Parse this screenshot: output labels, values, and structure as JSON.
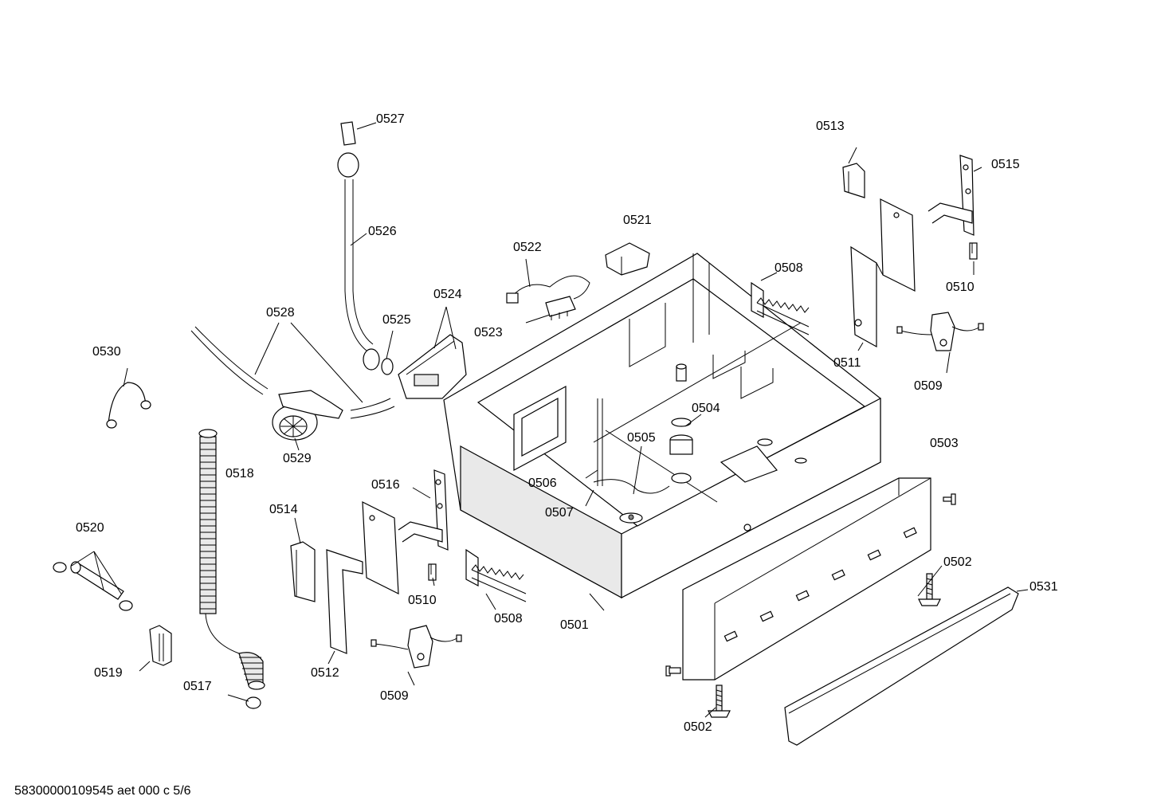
{
  "labels": {
    "p0501": "0501",
    "p0502a": "0502",
    "p0502b": "0502",
    "p0503": "0503",
    "p0504": "0504",
    "p0505": "0505",
    "p0506": "0506",
    "p0507": "0507",
    "p0508a": "0508",
    "p0508b": "0508",
    "p0509a": "0509",
    "p0509b": "0509",
    "p0510a": "0510",
    "p0510b": "0510",
    "p0511": "0511",
    "p0512": "0512",
    "p0513": "0513",
    "p0514": "0514",
    "p0515": "0515",
    "p0516": "0516",
    "p0517": "0517",
    "p0518": "0518",
    "p0519": "0519",
    "p0520": "0520",
    "p0521": "0521",
    "p0522": "0522",
    "p0523": "0523",
    "p0524": "0524",
    "p0525": "0525",
    "p0526": "0526",
    "p0527": "0527",
    "p0528": "0528",
    "p0529": "0529",
    "p0530": "0530",
    "p0531": "0531"
  },
  "footer": "58300000109545 aet 000 c 5/6"
}
